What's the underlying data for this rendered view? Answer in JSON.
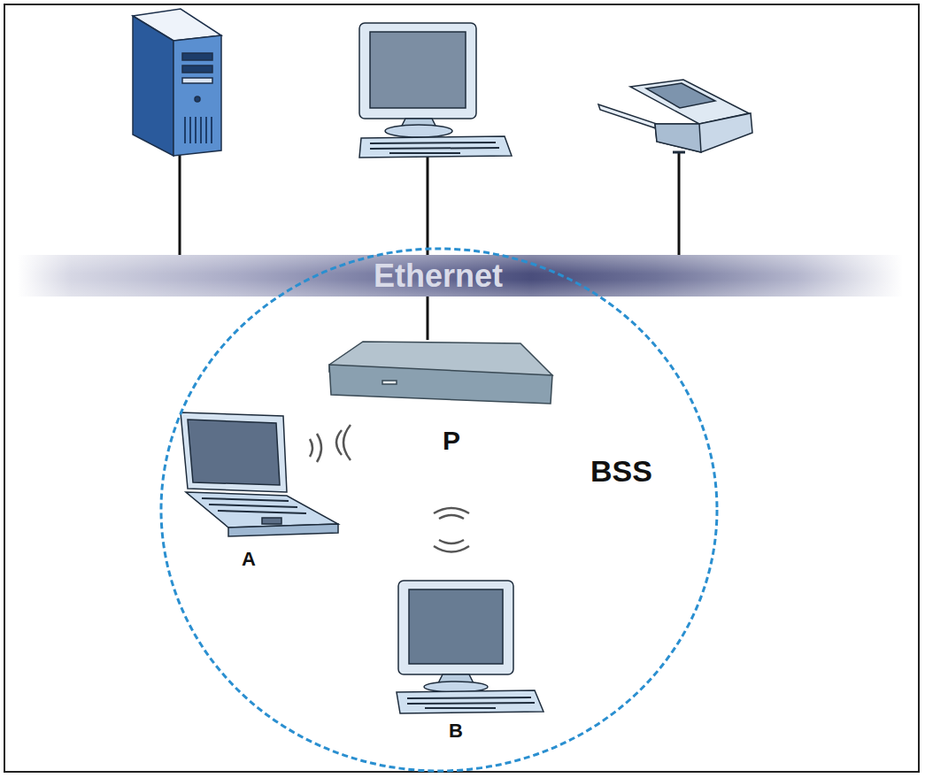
{
  "diagram": {
    "nodes": [
      {
        "text": [
          "Ethernet"
        ]
      },
      {
        "text": [
          "BSS"
        ]
      },
      {
        "text": [
          "P"
        ],
        "in": 1
      },
      {
        "text": [
          "A"
        ],
        "in": 1
      },
      {
        "text": [
          "B"
        ],
        "in": 1
      }
    ],
    "edges": [
      {
        "from": 0,
        "to": 2,
        "arrow": "none"
      }
    ]
  }
}
